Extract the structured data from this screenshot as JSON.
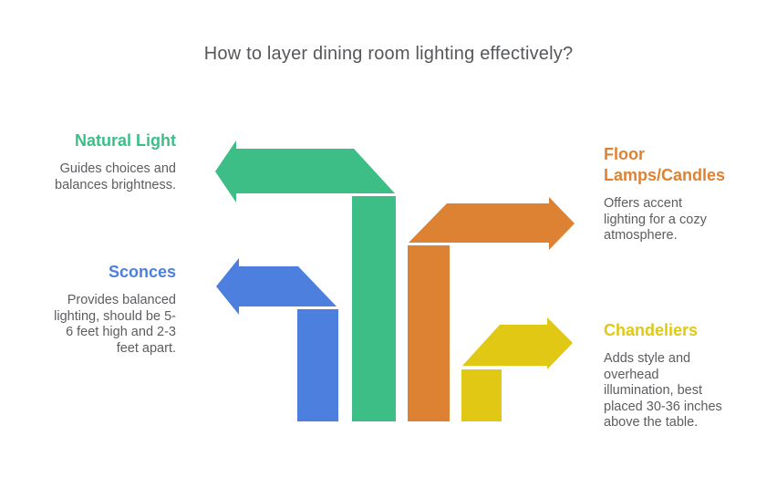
{
  "title": "How to layer dining room lighting effectively?",
  "colors": {
    "title_text": "#55575a",
    "body_text": "#5b5d60",
    "background": "#ffffff"
  },
  "sections": [
    {
      "id": "natural-light",
      "heading": "Natural Light",
      "description": "Guides choices and\nbalances brightness.",
      "color": "#3cbe86",
      "side": "left",
      "arrow_direction": "left"
    },
    {
      "id": "sconces",
      "heading": "Sconces",
      "description": "Provides balanced\nlighting, should be 5-\n6 feet high and 2-3\nfeet apart.",
      "color": "#4d80de",
      "side": "left",
      "arrow_direction": "left"
    },
    {
      "id": "floor-lamps-candles",
      "heading": "Floor\nLamps/Candles",
      "description": "Offers accent\nlighting for a cozy\natmosphere.",
      "color": "#dd8233",
      "side": "right",
      "arrow_direction": "right"
    },
    {
      "id": "chandeliers",
      "heading": "Chandeliers",
      "description": "Adds style and\noverhead\nillumination, best\nplaced 30-36 inches\nabove the table.",
      "color": "#e0c814",
      "side": "right",
      "arrow_direction": "right"
    }
  ]
}
